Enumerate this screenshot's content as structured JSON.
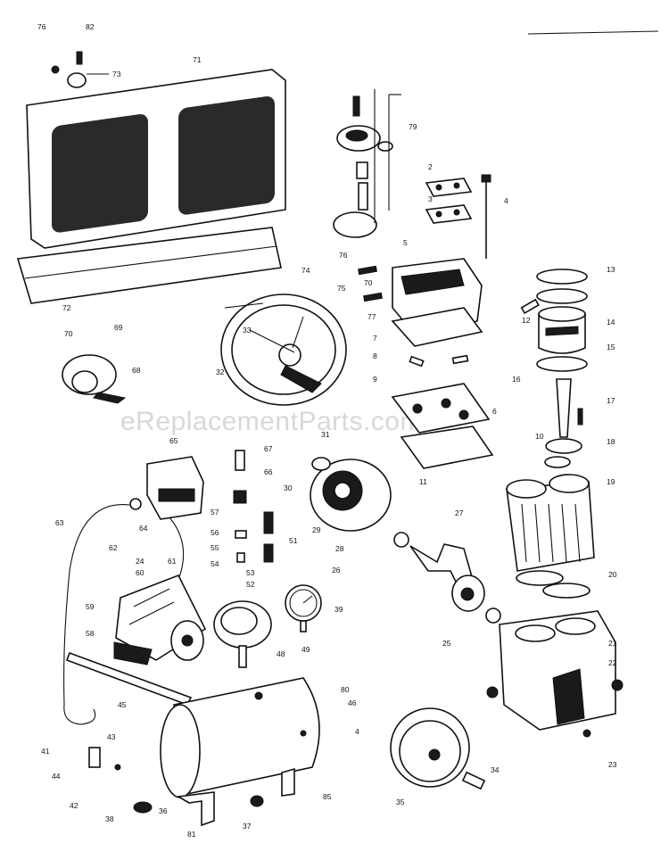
{
  "watermark": "eReplacementParts.com",
  "labels": [
    {
      "id": "76a",
      "text": "76"
    },
    {
      "id": "82a",
      "text": "82"
    },
    {
      "id": "73",
      "text": "73"
    },
    {
      "id": "71",
      "text": "71"
    },
    {
      "id": "72",
      "text": "72"
    },
    {
      "id": "70",
      "text": "70"
    },
    {
      "id": "69",
      "text": "69"
    },
    {
      "id": "68",
      "text": "68"
    },
    {
      "id": "74",
      "text": "74"
    },
    {
      "id": "33",
      "text": "33"
    },
    {
      "id": "32",
      "text": "32"
    },
    {
      "id": "79",
      "text": "79"
    },
    {
      "id": "2",
      "text": "2"
    },
    {
      "id": "3",
      "text": "3"
    },
    {
      "id": "4a",
      "text": "4"
    },
    {
      "id": "5",
      "text": "5"
    },
    {
      "id": "76b",
      "text": "76"
    },
    {
      "id": "75",
      "text": "75"
    },
    {
      "id": "70b",
      "text": "70"
    },
    {
      "id": "77",
      "text": "77"
    },
    {
      "id": "7",
      "text": "7"
    },
    {
      "id": "8",
      "text": "8"
    },
    {
      "id": "9",
      "text": "9"
    },
    {
      "id": "6",
      "text": "6"
    },
    {
      "id": "13",
      "text": "13"
    },
    {
      "id": "12",
      "text": "12"
    },
    {
      "id": "14",
      "text": "14"
    },
    {
      "id": "15",
      "text": "15"
    },
    {
      "id": "16",
      "text": "16"
    },
    {
      "id": "17",
      "text": "17"
    },
    {
      "id": "18",
      "text": "18"
    },
    {
      "id": "19",
      "text": "19"
    },
    {
      "id": "31",
      "text": "31"
    },
    {
      "id": "65",
      "text": "65"
    },
    {
      "id": "67",
      "text": "67"
    },
    {
      "id": "66",
      "text": "66"
    },
    {
      "id": "30",
      "text": "30"
    },
    {
      "id": "11",
      "text": "11"
    },
    {
      "id": "27",
      "text": "27"
    },
    {
      "id": "63",
      "text": "63"
    },
    {
      "id": "64",
      "text": "64"
    },
    {
      "id": "62",
      "text": "62"
    },
    {
      "id": "57",
      "text": "57"
    },
    {
      "id": "56",
      "text": "56"
    },
    {
      "id": "55",
      "text": "55"
    },
    {
      "id": "54",
      "text": "54"
    },
    {
      "id": "51",
      "text": "51"
    },
    {
      "id": "29",
      "text": "29"
    },
    {
      "id": "28",
      "text": "28"
    },
    {
      "id": "26",
      "text": "26"
    },
    {
      "id": "24",
      "text": "24"
    },
    {
      "id": "60",
      "text": "60"
    },
    {
      "id": "61",
      "text": "61"
    },
    {
      "id": "53",
      "text": "53"
    },
    {
      "id": "52",
      "text": "52"
    },
    {
      "id": "20",
      "text": "20"
    },
    {
      "id": "59",
      "text": "59"
    },
    {
      "id": "58",
      "text": "58"
    },
    {
      "id": "39",
      "text": "39"
    },
    {
      "id": "49",
      "text": "49"
    },
    {
      "id": "48",
      "text": "48"
    },
    {
      "id": "25",
      "text": "25"
    },
    {
      "id": "21",
      "text": "21"
    },
    {
      "id": "22",
      "text": "22"
    },
    {
      "id": "80",
      "text": "80"
    },
    {
      "id": "46",
      "text": "46"
    },
    {
      "id": "45",
      "text": "45"
    },
    {
      "id": "4b",
      "text": "4"
    },
    {
      "id": "43",
      "text": "43"
    },
    {
      "id": "41",
      "text": "41"
    },
    {
      "id": "44",
      "text": "44"
    },
    {
      "id": "42",
      "text": "42"
    },
    {
      "id": "38",
      "text": "38"
    },
    {
      "id": "36",
      "text": "36"
    },
    {
      "id": "81",
      "text": "81"
    },
    {
      "id": "37",
      "text": "37"
    },
    {
      "id": "85",
      "text": "85"
    },
    {
      "id": "35",
      "text": "35"
    },
    {
      "id": "34",
      "text": "34"
    },
    {
      "id": "23",
      "text": "23"
    },
    {
      "id": "10",
      "text": "10"
    }
  ]
}
